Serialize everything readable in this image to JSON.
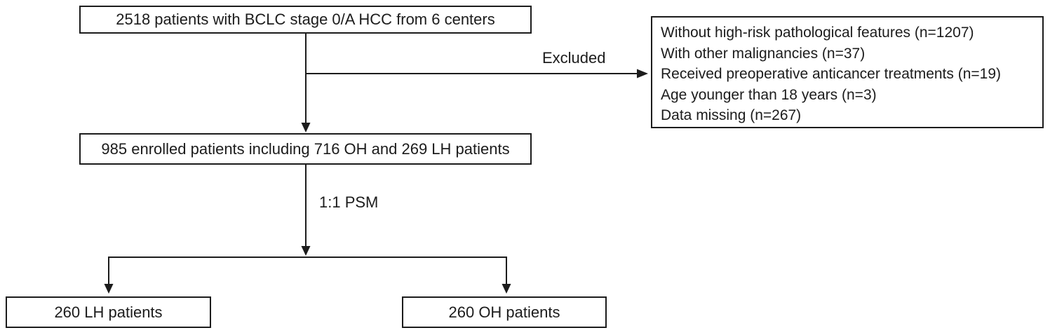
{
  "diagram": {
    "top_box": {
      "label": "2518 patients with BCLC stage 0/A HCC from 6 centers"
    },
    "excluded_label": "Excluded",
    "excluded_box": {
      "lines": [
        "Without high-risk pathological features (n=1207)",
        "With other malignancies (n=37)",
        "Received preoperative anticancer treatments (n=19)",
        "Age younger than 18 years (n=3)",
        "Data missing (n=267)"
      ]
    },
    "enrolled_box": {
      "label": "985 enrolled patients including 716 OH and 269 LH patients"
    },
    "psm_label": "1:1 PSM",
    "lh_box": {
      "label": "260 LH patients"
    },
    "oh_box": {
      "label": "260 OH patients"
    },
    "colors": {
      "line": "#1c1c1c",
      "text": "#1c1c1c",
      "background": "#ffffff"
    }
  }
}
